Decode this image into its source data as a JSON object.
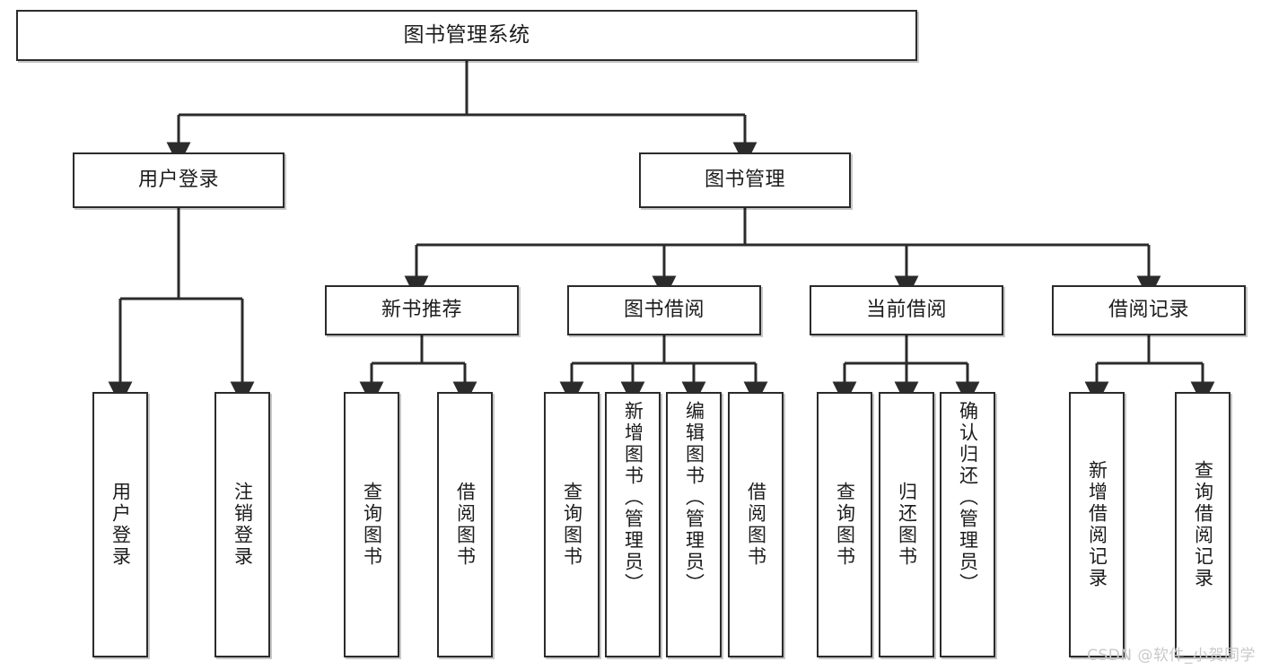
{
  "diagram": {
    "title": "图书管理系统",
    "type": "tree",
    "root": {
      "label": "图书管理系统"
    },
    "level2": [
      {
        "id": "user-login",
        "label": "用户登录"
      },
      {
        "id": "book-manage",
        "label": "图书管理"
      }
    ],
    "level3": [
      {
        "id": "new-book-recommend",
        "label": "新书推荐",
        "parent": "book-manage"
      },
      {
        "id": "book-borrow",
        "label": "图书借阅",
        "parent": "book-manage"
      },
      {
        "id": "current-borrow",
        "label": "当前借阅",
        "parent": "book-manage"
      },
      {
        "id": "borrow-record",
        "label": "借阅记录",
        "parent": "book-manage"
      }
    ],
    "leaves": [
      {
        "id": "leaf-user-login",
        "label": "用户登录",
        "parent": "user-login"
      },
      {
        "id": "leaf-logout",
        "label": "注销登录",
        "parent": "user-login"
      },
      {
        "id": "leaf-query-book-1",
        "label": "查询图书",
        "parent": "new-book-recommend"
      },
      {
        "id": "leaf-borrow-book-1",
        "label": "借阅图书",
        "parent": "new-book-recommend"
      },
      {
        "id": "leaf-query-book-2",
        "label": "查询图书",
        "parent": "book-borrow"
      },
      {
        "id": "leaf-add-book",
        "label": "新增图书（管理员）",
        "parent": "book-borrow"
      },
      {
        "id": "leaf-edit-book",
        "label": "编辑图书（管理员）",
        "parent": "book-borrow"
      },
      {
        "id": "leaf-borrow-book-2",
        "label": "借阅图书",
        "parent": "book-borrow"
      },
      {
        "id": "leaf-query-book-3",
        "label": "查询图书",
        "parent": "current-borrow"
      },
      {
        "id": "leaf-return-book",
        "label": "归还图书",
        "parent": "current-borrow"
      },
      {
        "id": "leaf-confirm-return",
        "label": "确认归还（管理员）",
        "parent": "current-borrow"
      },
      {
        "id": "leaf-add-record",
        "label": "新增借阅记录",
        "parent": "borrow-record"
      },
      {
        "id": "leaf-query-record",
        "label": "查询借阅记录",
        "parent": "borrow-record"
      }
    ]
  },
  "watermark": {
    "text": "CSDN @软件_小贺同学"
  },
  "colors": {
    "box_border": "#2b2b2b",
    "box_fill": "#ffffff",
    "text": "#1c1c1c",
    "connector": "#2b2b2b",
    "watermark": "#c9c9c9",
    "background": "#ffffff"
  }
}
